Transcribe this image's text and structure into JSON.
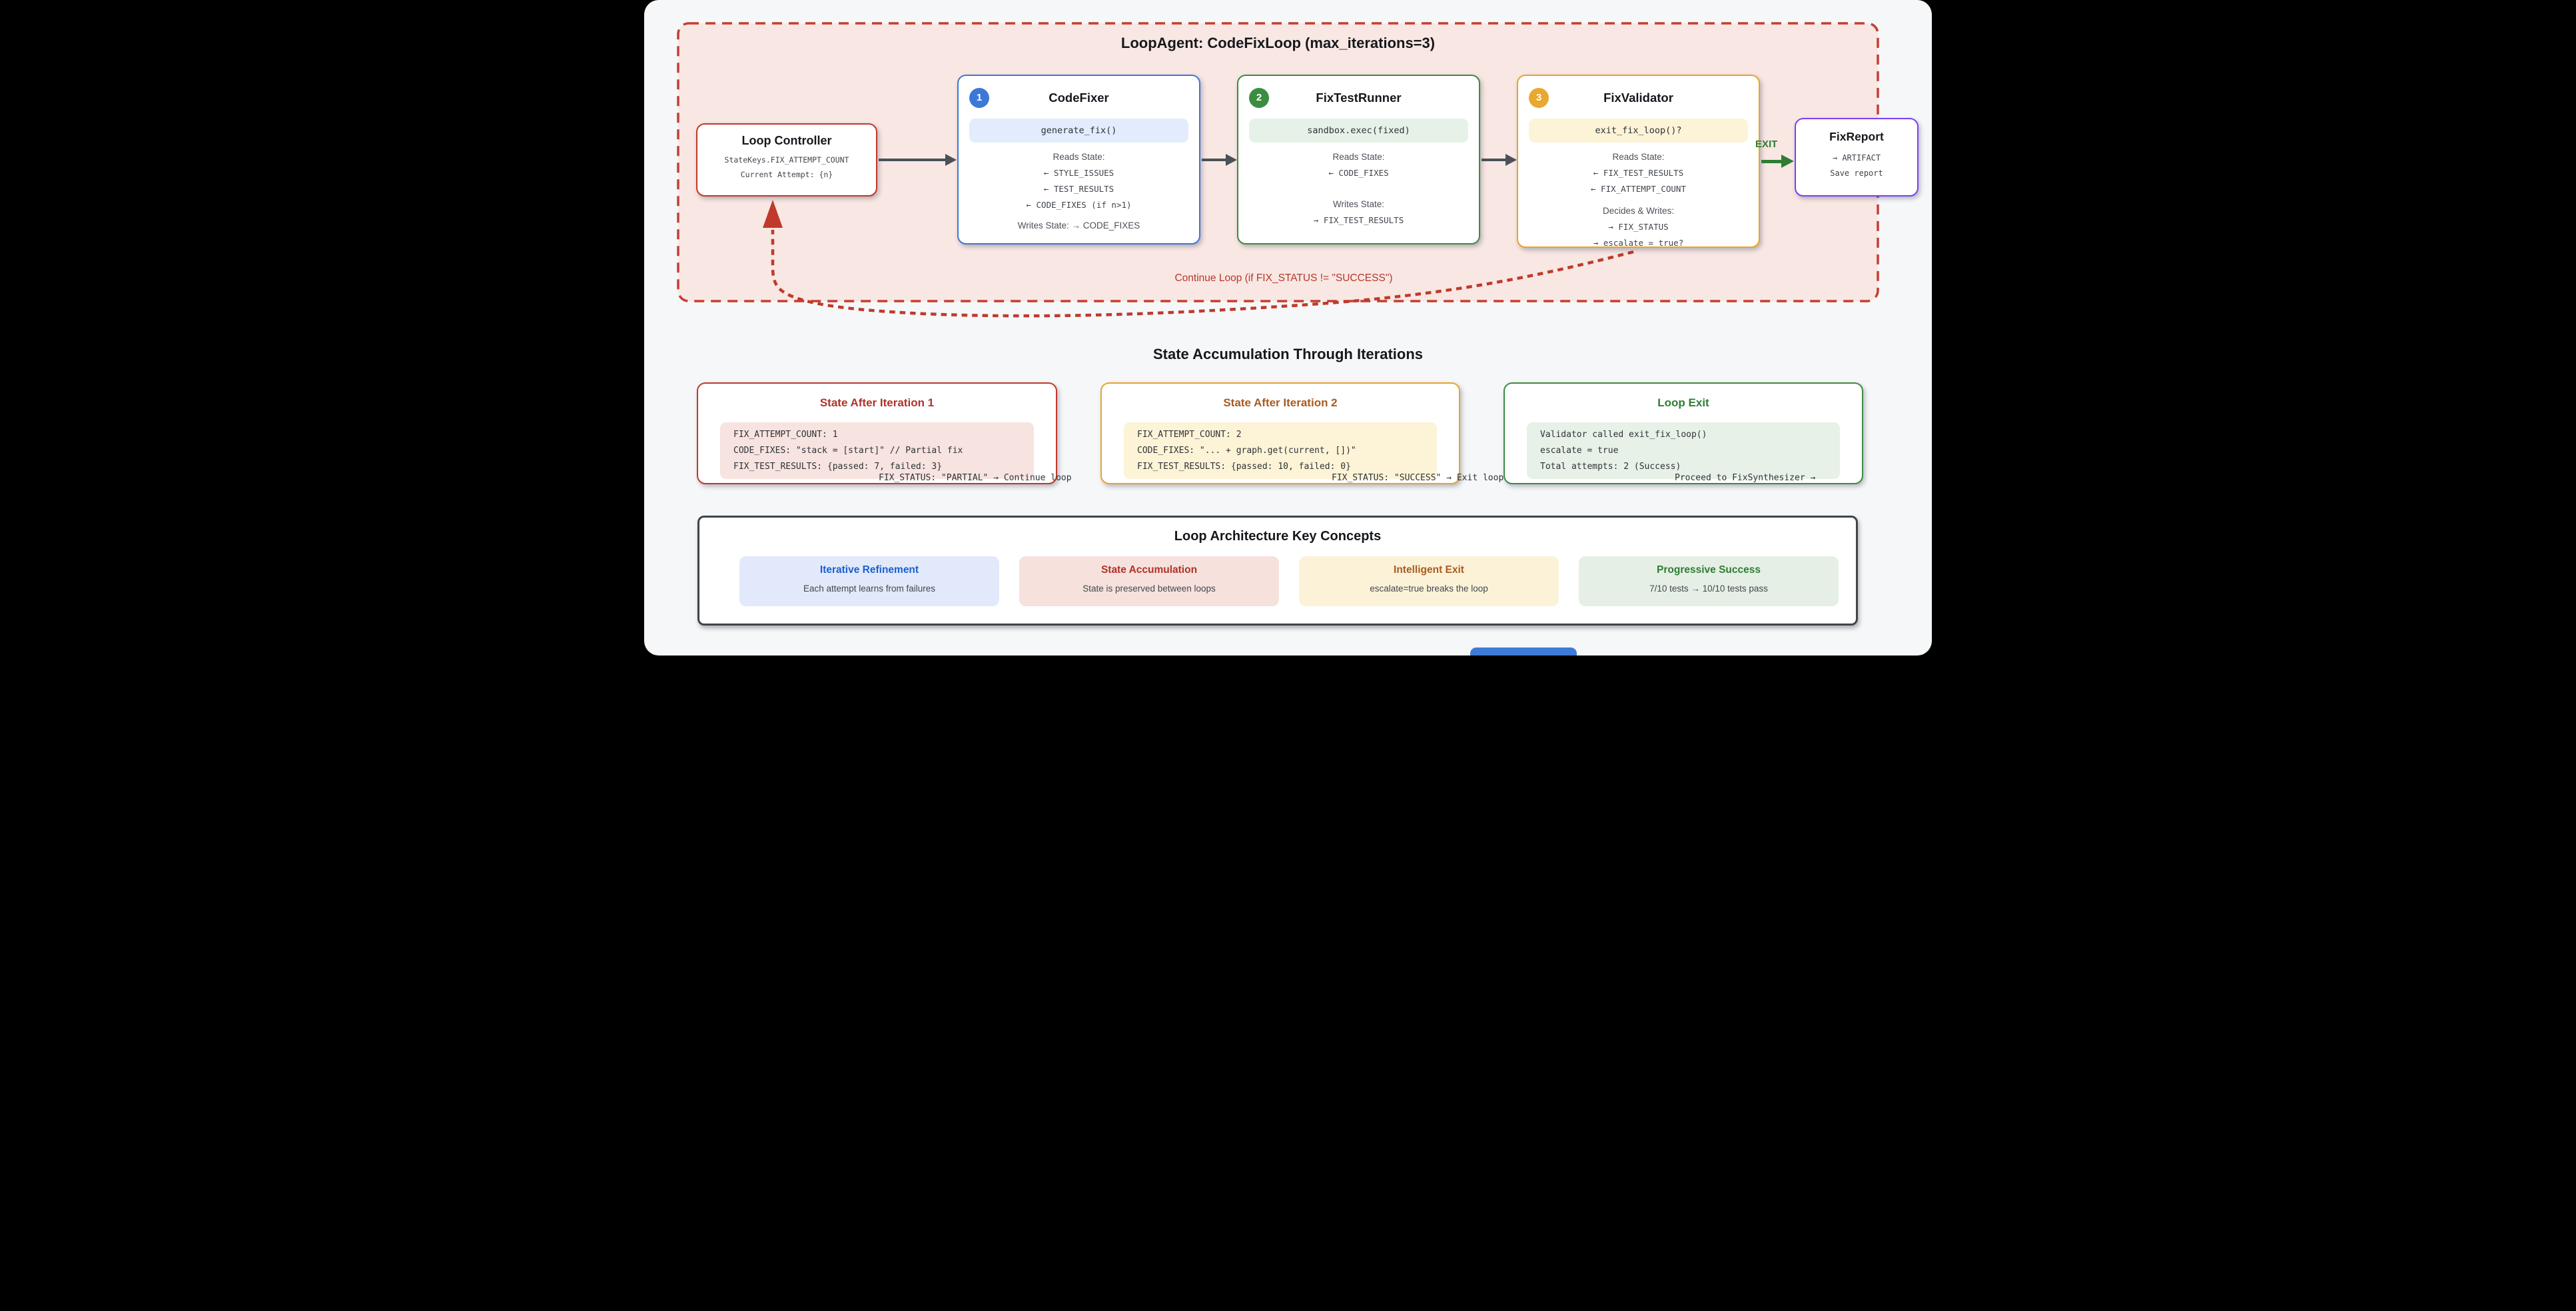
{
  "loop_container": {
    "title": "LoopAgent: CodeFixLoop (max_iterations=3)",
    "loop_controller": {
      "title": "Loop Controller",
      "line1": "StateKeys.FIX_ATTEMPT_COUNT",
      "line2": "Current Attempt: {n}"
    },
    "agents": [
      {
        "number": "1",
        "title": "CodeFixer",
        "method": "generate_fix()",
        "reads_label": "Reads State:",
        "reads": [
          "← STYLE_ISSUES",
          "← TEST_RESULTS",
          "← CODE_FIXES (if n>1)"
        ],
        "writes_inline": "Writes State: → CODE_FIXES"
      },
      {
        "number": "2",
        "title": "FixTestRunner",
        "method": "sandbox.exec(fixed)",
        "reads_label": "Reads State:",
        "reads": [
          "← CODE_FIXES"
        ],
        "writes_label": "Writes State:",
        "writes": [
          "→ FIX_TEST_RESULTS"
        ]
      },
      {
        "number": "3",
        "title": "FixValidator",
        "method": "exit_fix_loop()?",
        "reads_label": "Reads State:",
        "reads": [
          "← FIX_TEST_RESULTS",
          "← FIX_ATTEMPT_COUNT"
        ],
        "writes_label": "Decides & Writes:",
        "writes": [
          "→ FIX_STATUS",
          "→ escalate = true?"
        ]
      }
    ],
    "exit_label": "EXIT",
    "fix_report": {
      "title": "FixReport",
      "line1": "→ ARTIFACT",
      "line2": "Save report"
    },
    "continue_label": "Continue Loop (if FIX_STATUS != \"SUCCESS\")"
  },
  "state_section": {
    "heading": "State Accumulation Through Iterations",
    "boxes": [
      {
        "title": "State After Iteration 1",
        "code": [
          "FIX_ATTEMPT_COUNT: 1",
          "CODE_FIXES: \"stack = [start]\" // Partial fix",
          "FIX_TEST_RESULTS: {passed: 7, failed: 3}"
        ],
        "status": "FIX_STATUS: \"PARTIAL\" → Continue loop"
      },
      {
        "title": "State After Iteration 2",
        "code": [
          "FIX_ATTEMPT_COUNT: 2",
          "CODE_FIXES: \"... + graph.get(current, [])\"",
          "FIX_TEST_RESULTS: {passed: 10, failed: 0}"
        ],
        "status": "FIX_STATUS: \"SUCCESS\" → Exit loop"
      },
      {
        "title": "Loop Exit",
        "code": [
          "Validator called exit_fix_loop()",
          "escalate = true",
          "Total attempts: 2 (Success)"
        ],
        "status": "Proceed to FixSynthesizer →"
      }
    ]
  },
  "concepts_section": {
    "heading": "Loop Architecture Key Concepts",
    "cards": [
      {
        "title": "Iterative Refinement",
        "desc": "Each attempt learns from failures"
      },
      {
        "title": "State Accumulation",
        "desc": "State is preserved between loops"
      },
      {
        "title": "Intelligent Exit",
        "desc": "escalate=true breaks the loop"
      },
      {
        "title": "Progressive Success",
        "desc": "7/10 tests → 10/10 tests pass"
      }
    ]
  },
  "colors": {
    "container_border": "#c43f30",
    "container_bg": "#f8e7e3",
    "blue": "#3c78d8",
    "green": "#3a8d41",
    "amber": "#e7a52c",
    "purple": "#7b3ff2",
    "red": "#c0392b",
    "exit_green": "#2e7d32",
    "arrow_gray": "#4a5158"
  }
}
